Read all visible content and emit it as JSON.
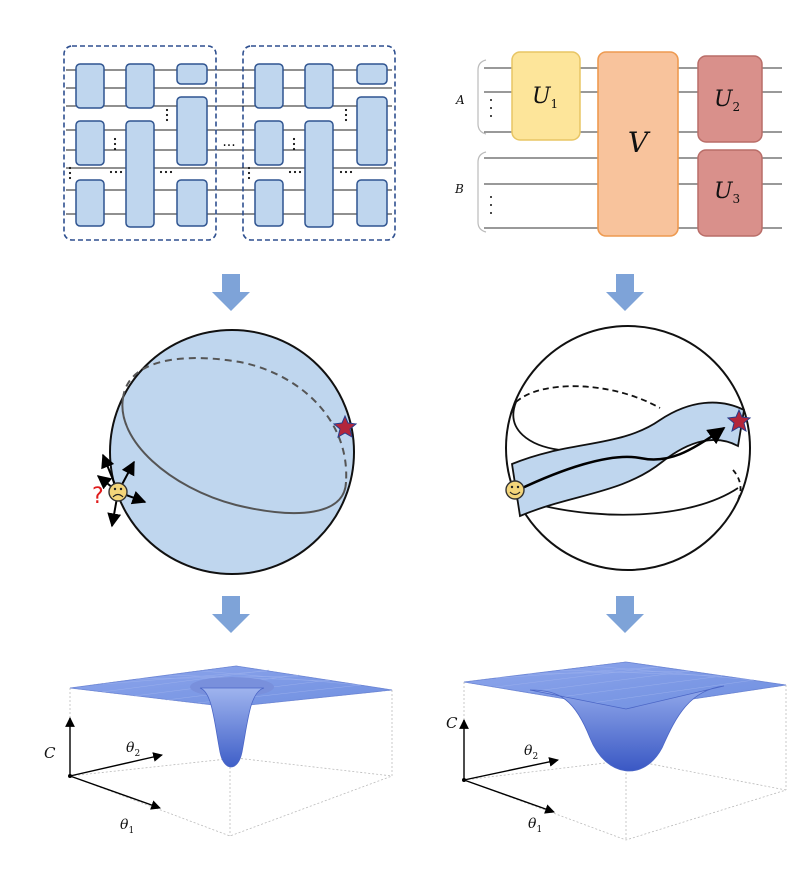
{
  "colors": {
    "gate_fill": "#bfd6ee",
    "gate_stroke": "#2f5490",
    "block_dash": "#2e4f8f",
    "arrow": "#7ea3d8",
    "sphere_fill": "#bfd6ee",
    "u1_fill": "#fde59a",
    "v_fill": "#f8c39c",
    "u23_fill": "#d9908b",
    "star": "#b3263b",
    "surface": "#7e99e3"
  },
  "circuit_right": {
    "register_a": "A",
    "register_b": "B",
    "gate_u1": {
      "main": "U",
      "sub": "1"
    },
    "gate_v": "V",
    "gate_u2": {
      "main": "U",
      "sub": "2"
    },
    "gate_u3": {
      "main": "U",
      "sub": "3"
    }
  },
  "circuit_left": {
    "ellipsis_between_blocks": "···"
  },
  "sphere_left": {
    "question_mark": "?",
    "face": "sad",
    "target": "star"
  },
  "sphere_right": {
    "face": "happy",
    "target": "star"
  },
  "landscape_left": {
    "axis_c": "C",
    "axis_theta1": {
      "main": "θ",
      "sub": "1"
    },
    "axis_theta2": {
      "main": "θ",
      "sub": "2"
    },
    "shape": "narrow-deep-well"
  },
  "landscape_right": {
    "axis_c": "C",
    "axis_theta1": {
      "main": "θ",
      "sub": "1"
    },
    "axis_theta2": {
      "main": "θ",
      "sub": "2"
    },
    "shape": "wide-deep-well"
  }
}
